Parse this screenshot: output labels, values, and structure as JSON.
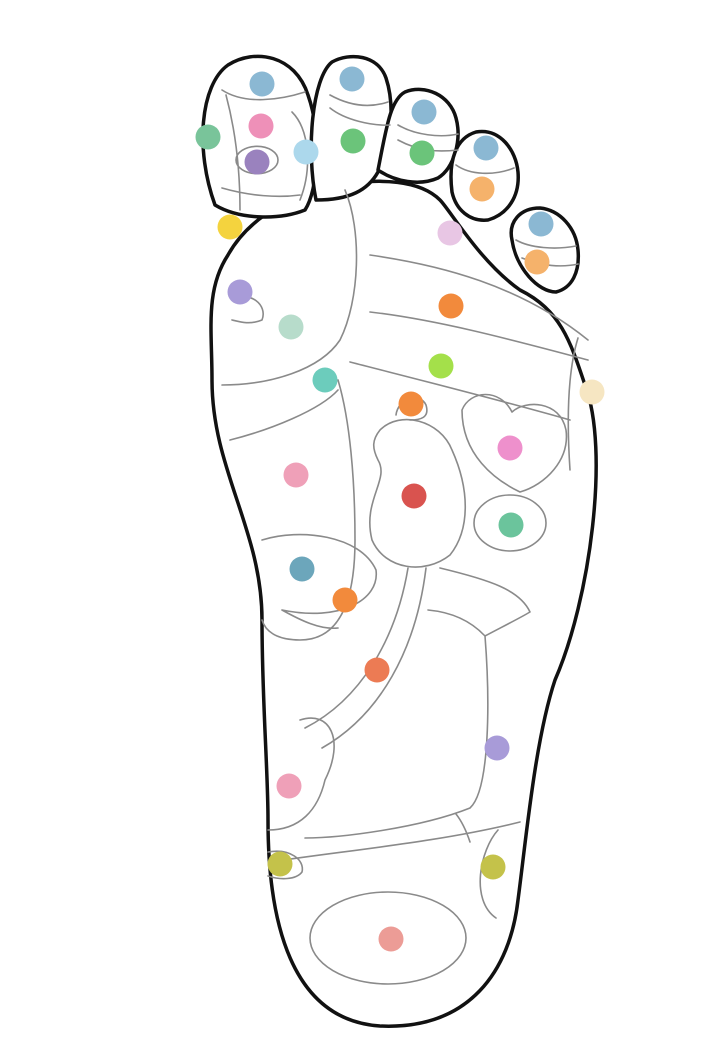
{
  "diagram": {
    "colors": {
      "outline": "#111111",
      "zone_lines": "#8a8a8a",
      "background": "#ffffff"
    },
    "points": [
      {
        "id": "big-toe-top",
        "color": "#8bb8d3"
      },
      {
        "id": "big-toe-center",
        "color": "#ee90b8"
      },
      {
        "id": "big-toe-left",
        "color": "#79c49a"
      },
      {
        "id": "big-toe-inner",
        "color": "#9a82be"
      },
      {
        "id": "big-toe-right",
        "color": "#acd8ec"
      },
      {
        "id": "big-toe-base",
        "color": "#f4d33e"
      },
      {
        "id": "toe2-top",
        "color": "#8bb8d3"
      },
      {
        "id": "toe2-bottom",
        "color": "#6bc47a"
      },
      {
        "id": "toe3-top",
        "color": "#8bb8d3"
      },
      {
        "id": "toe3-bottom",
        "color": "#6bc47a"
      },
      {
        "id": "toe4-top",
        "color": "#8bb8d3"
      },
      {
        "id": "toe4-bottom",
        "color": "#f5b26b"
      },
      {
        "id": "toe5-top",
        "color": "#8bb8d3"
      },
      {
        "id": "toe5-bottom",
        "color": "#f5b26b"
      },
      {
        "id": "ball-upper",
        "color": "#e8c6e4"
      },
      {
        "id": "ball-middle",
        "color": "#f28a3c"
      },
      {
        "id": "ball-lower",
        "color": "#a4e04a"
      },
      {
        "id": "outer-edge",
        "color": "#f6e6c2"
      },
      {
        "id": "inner-ball",
        "color": "#a89bd8"
      },
      {
        "id": "inner-arch-top",
        "color": "#b7dccb"
      },
      {
        "id": "arch-upper",
        "color": "#6cccbc"
      },
      {
        "id": "arch-small-loop",
        "color": "#f28a3c"
      },
      {
        "id": "heart-zone",
        "color": "#ee90cc"
      },
      {
        "id": "kidney-zone",
        "color": "#d9534f"
      },
      {
        "id": "outer-oval",
        "color": "#6bc49c"
      },
      {
        "id": "inner-arch-mid",
        "color": "#efa0b8"
      },
      {
        "id": "inner-oval",
        "color": "#6ca6bb"
      },
      {
        "id": "inner-oval-right",
        "color": "#f28a3c"
      },
      {
        "id": "tube-point",
        "color": "#ec7b54"
      },
      {
        "id": "outer-lower",
        "color": "#a89bd8"
      },
      {
        "id": "inner-lower",
        "color": "#efa0b8"
      },
      {
        "id": "heel-left",
        "color": "#c4c24a"
      },
      {
        "id": "heel-right",
        "color": "#c4c24a"
      },
      {
        "id": "heel-center",
        "color": "#ec9c96"
      }
    ]
  }
}
